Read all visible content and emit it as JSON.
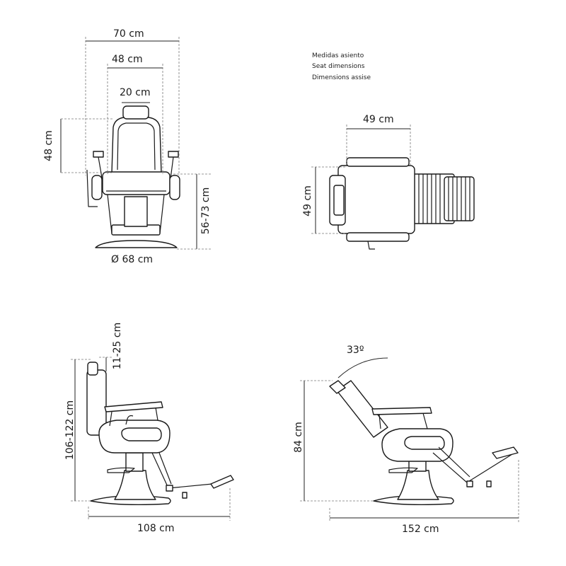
{
  "legend": {
    "line1": "Medidas asiento",
    "line2": "Seat dimensions",
    "line3": "Dimensions assise"
  },
  "front_view": {
    "overall_width": "70 cm",
    "seat_width": "48 cm",
    "headrest_width": "20 cm",
    "backrest_height": "48 cm",
    "seat_height": "56-73 cm",
    "base_diameter": "Ø 68 cm"
  },
  "top_view": {
    "seat_depth": "49 cm",
    "seat_width": "49 cm"
  },
  "side_view": {
    "headrest_adjust": "11-25 cm",
    "total_height": "106-122 cm",
    "length": "108 cm"
  },
  "reclined_view": {
    "angle": "33º",
    "height": "84 cm",
    "length": "152 cm"
  }
}
